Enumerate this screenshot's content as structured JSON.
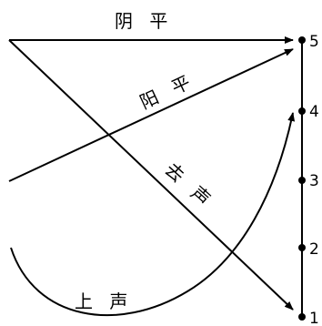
{
  "diagram": {
    "scale_levels": [
      "1",
      "2",
      "3",
      "4",
      "5"
    ],
    "tones": [
      {
        "key": "yinping",
        "label": "阴 平",
        "contour": "55"
      },
      {
        "key": "yangping",
        "label": "阳 平",
        "contour": "35"
      },
      {
        "key": "qusheng",
        "label": "去 声",
        "contour": "51"
      },
      {
        "key": "shangsheng",
        "label": "上 声",
        "contour": "214"
      }
    ],
    "colors": {
      "stroke": "#000000",
      "background": "#ffffff"
    }
  }
}
